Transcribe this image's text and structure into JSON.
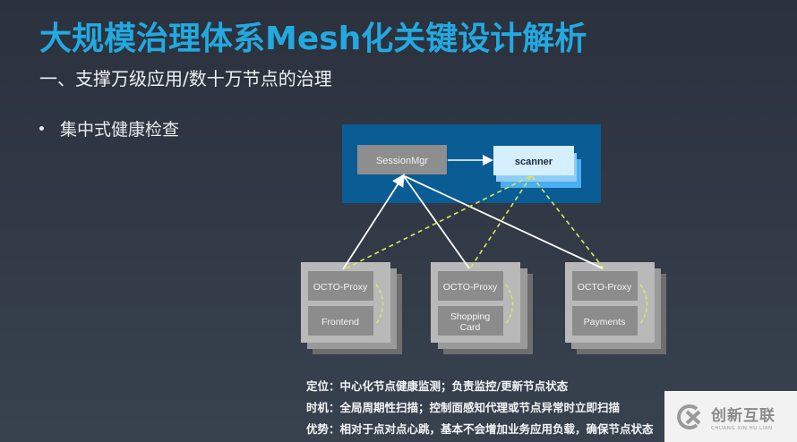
{
  "slide": {
    "title": "大规模治理体系Mesh化关键设计解析",
    "subtitle": "一、支撑万级应用/数十万节点的治理",
    "bullet": "集中式健康检查"
  },
  "diagram": {
    "control_plane": {
      "session_mgr_label": "SessionMgr",
      "scanner_label": "scanner"
    },
    "nodes": [
      {
        "proxy_label": "OCTO-Proxy",
        "app_label": "Frontend"
      },
      {
        "proxy_label": "OCTO-Proxy",
        "app_label": "Shopping Card",
        "app_label_line1": "Shopping",
        "app_label_line2": "Card"
      },
      {
        "proxy_label": "OCTO-Proxy",
        "app_label": "Payments"
      }
    ],
    "colors": {
      "control_plane_bg": "#0a5c94",
      "session_mgr_bg": "#8e8e8e",
      "scanner_bg": "#d6efff",
      "node_bg": "#b9b9b9",
      "node_inner": "#8c8c8c",
      "heartbeat_line": "#ffffff",
      "scan_line": "#d8e85a"
    }
  },
  "descriptions": [
    "定位：中心化节点健康监测；负责监控/更新节点状态",
    "时机：全局周期性扫描；控制面感知代理或节点异常时立即扫描",
    "优势：相对于点对点心跳，基本不会增加业务应用负载，确保节点状态"
  ],
  "watermark": {
    "icon": "chuangxin-logo-icon",
    "name_cn": "创新互联",
    "name_en": "CHUANG XIN HU LIAN"
  }
}
